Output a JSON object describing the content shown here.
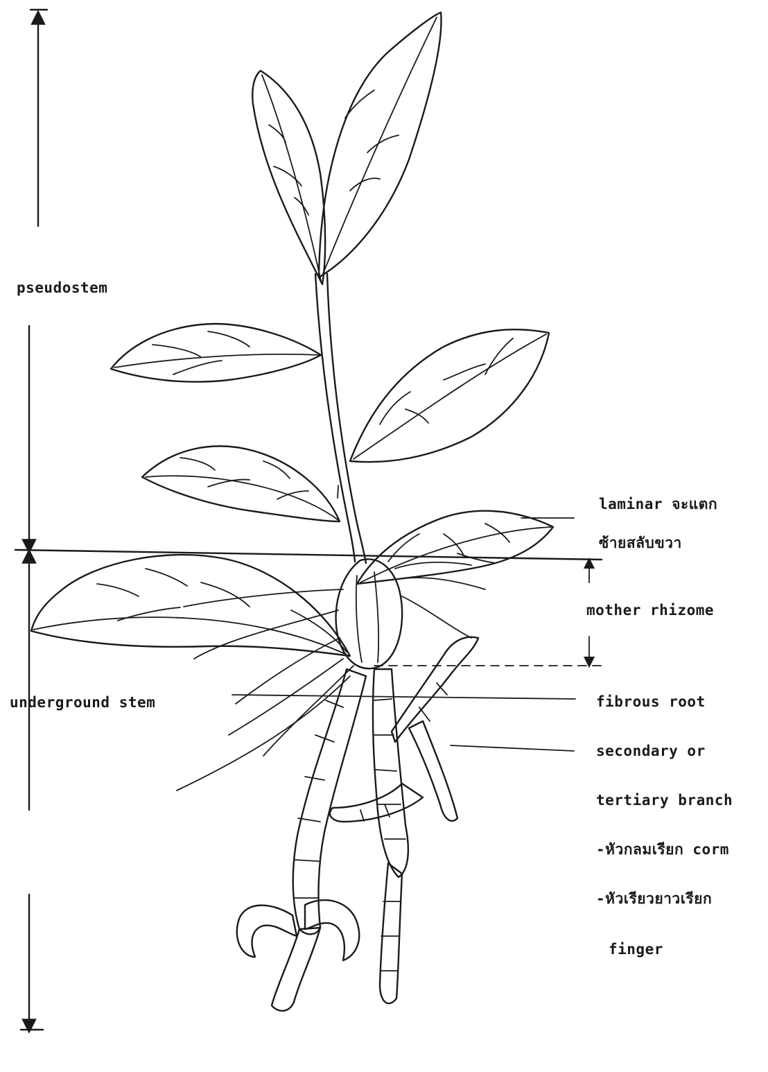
{
  "labels": {
    "pseudostem": "pseudostem",
    "laminar_1": "laminar จะแตก",
    "laminar_2": "ซ้ายสลับขวา",
    "mother_rhizome": "mother rhizome",
    "underground_stem": "underground stem",
    "fibrous_root": "fibrous root",
    "secondary": "secondary or",
    "tertiary": "tertiary branch",
    "corm": "-หัวกลมเรียก corm",
    "finger_thai": "-หัวเรียวยาวเรียก",
    "finger": "finger"
  }
}
